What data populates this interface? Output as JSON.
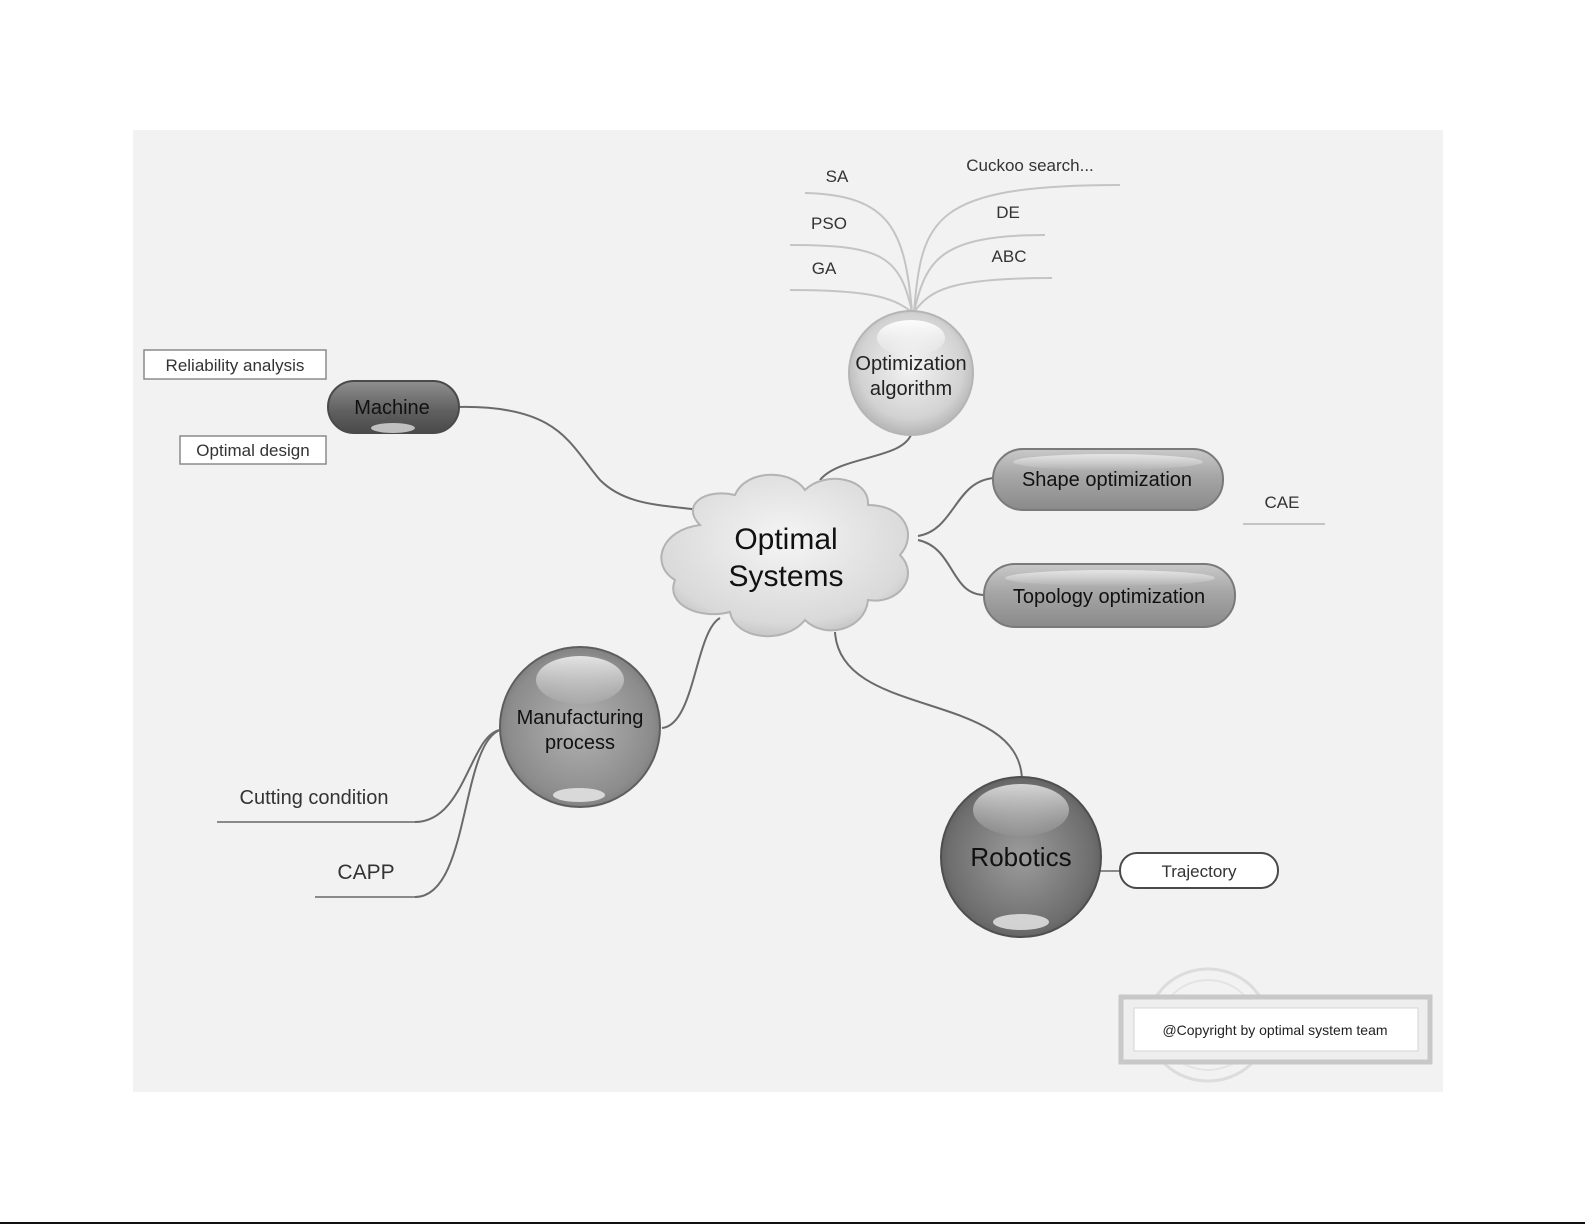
{
  "colors": {
    "panel_background": "#f2f2f2",
    "line": "#6a6a6a",
    "light_line": "#c4c4c4",
    "dark_node": "#6b6b6b",
    "mid_node": "#9a9a9a",
    "light_node": "#cfcfcf",
    "text": "#222222"
  },
  "central": {
    "line1": "Optimal",
    "line2": "Systems",
    "shape": "cloud"
  },
  "branches": {
    "optimization": {
      "line1": "Optimization",
      "line2": "algorithm",
      "shape": "sphere",
      "children": [
        "SA",
        "PSO",
        "GA",
        "Cuckoo search...",
        "DE",
        "ABC"
      ]
    },
    "machine": {
      "label": "Machine",
      "shape": "pill",
      "children": [
        "Reliability analysis",
        "Optimal design"
      ]
    },
    "shape": {
      "label": "Shape optimization",
      "shape": "pill",
      "children": [
        "CAE"
      ]
    },
    "topology": {
      "label": "Topology optimization",
      "shape": "pill"
    },
    "manufacturing": {
      "line1": "Manufacturing",
      "line2": "process",
      "shape": "sphere",
      "children": [
        "Cutting condition",
        "CAPP"
      ]
    },
    "robotics": {
      "label": "Robotics",
      "shape": "sphere",
      "children": [
        "Trajectory"
      ]
    }
  },
  "copyright": "@Copyright by optimal system team"
}
